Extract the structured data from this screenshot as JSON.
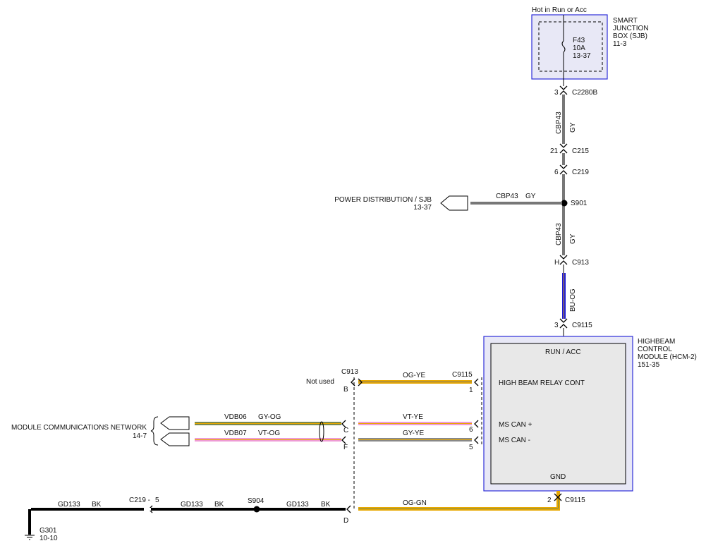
{
  "colors": {
    "gray": "#777777",
    "blue": "#1a1ad8",
    "orange": "#e8a800",
    "pink": "#ee9ad4",
    "green": "#7a8a4e",
    "black": "#000000",
    "box_blue": "#2d2dd8"
  },
  "sjb": {
    "feed_label": "Hot in Run or Acc",
    "fuse": [
      "F43",
      "10A",
      "13-37"
    ],
    "title": [
      "SMART",
      "JUNCTION",
      "BOX (SJB)",
      "11-3"
    ]
  },
  "vertical_run": {
    "c2280b_pin": "3",
    "c2280b": "C2280B",
    "circuit": "CBP43",
    "color": "GY",
    "c215_pin": "21",
    "c215": "C215",
    "c219_pin": "6",
    "c219": "C219",
    "splice": "S901",
    "circuit2": "CBP43",
    "color2": "GY",
    "c913_pin": "H",
    "c913": "C913",
    "bu_og": "BU-OG",
    "c9115_pin": "3",
    "c9115": "C9115"
  },
  "power_dist": {
    "label": "POWER DISTRIBUTION / SJB",
    "ref": "13-37",
    "circuit": "CBP43",
    "color": "GY"
  },
  "hcm": {
    "title": [
      "HIGHBEAM",
      "CONTROL",
      "MODULE (HCM-2)",
      "151-35"
    ],
    "run_acc": "RUN / ACC",
    "pin_hb": "HIGH BEAM RELAY CONT",
    "pin_can_plus": "MS CAN +",
    "pin_can_minus": "MS CAN -",
    "gnd": "GND",
    "c9115": "C9115",
    "pin1": "1",
    "pin6": "6",
    "pin5": "5",
    "gnd_pin": "2",
    "gnd_conn": "C9115"
  },
  "c913_block": {
    "label": "C913",
    "pin_b": "B",
    "pin_c": "C",
    "pin_f": "F",
    "pin_d": "D",
    "not_used": "Not used"
  },
  "wires": {
    "og_ye": "OG-YE",
    "vt_ye": "VT-YE",
    "gy_ye": "GY-YE",
    "og_gn": "OG-GN",
    "vdb06": "VDB06",
    "gy_og": "GY-OG",
    "vdb07": "VDB07",
    "vt_og": "VT-OG"
  },
  "mcn": {
    "label": "MODULE COMMUNICATIONS NETWORK",
    "ref": "14-7"
  },
  "ground": {
    "gd133_a": "GD133",
    "bk_a": "BK",
    "c219_label": "C219 -",
    "c219_pin": "5",
    "gd133_b": "GD133",
    "bk_b": "BK",
    "s904": "S904",
    "gd133_c": "GD133",
    "bk_c": "BK",
    "g301": "G301",
    "g301_ref": "10-10"
  }
}
